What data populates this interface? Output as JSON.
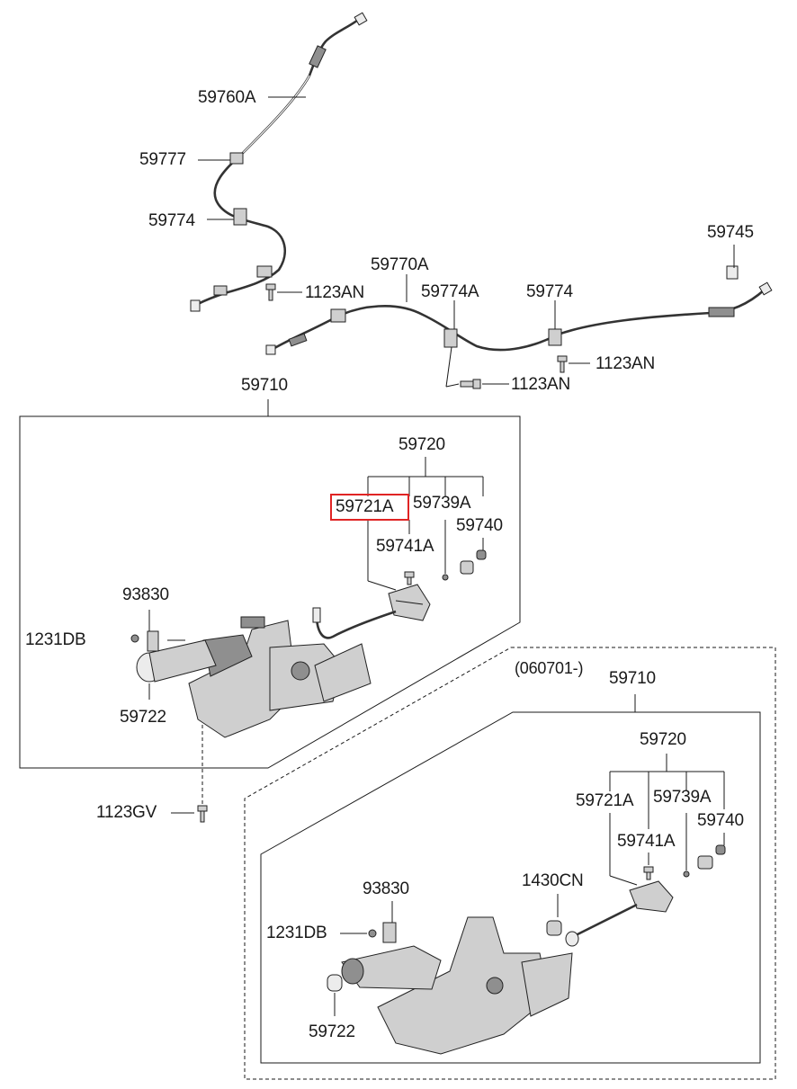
{
  "callouts": {
    "c59760A": "59760A",
    "c59777": "59777",
    "c59774_top": "59774",
    "c1123AN_a": "1123AN",
    "c59770A": "59770A",
    "c59774A": "59774A",
    "c59774_right": "59774",
    "c59745": "59745",
    "c1123AN_b": "1123AN",
    "c1123AN_c": "1123AN",
    "c59710_a": "59710",
    "c59720_a": "59720",
    "c59721A_a": "59721A",
    "c59739A_a": "59739A",
    "c59740_a": "59740",
    "c59741A_a": "59741A",
    "c93830_a": "93830",
    "c1231DB_a": "1231DB",
    "c59722_a": "59722",
    "c1123GV": "1123GV",
    "c060701": "(060701-)",
    "c59710_b": "59710",
    "c59720_b": "59720",
    "c59721A_b": "59721A",
    "c59739A_b": "59739A",
    "c59740_b": "59740",
    "c59741A_b": "59741A",
    "c1430CN": "1430CN",
    "c93830_b": "93830",
    "c1231DB_b": "1231DB",
    "c59722_b": "59722"
  },
  "highlight": {
    "label": "59721A",
    "color": "#e02424"
  }
}
